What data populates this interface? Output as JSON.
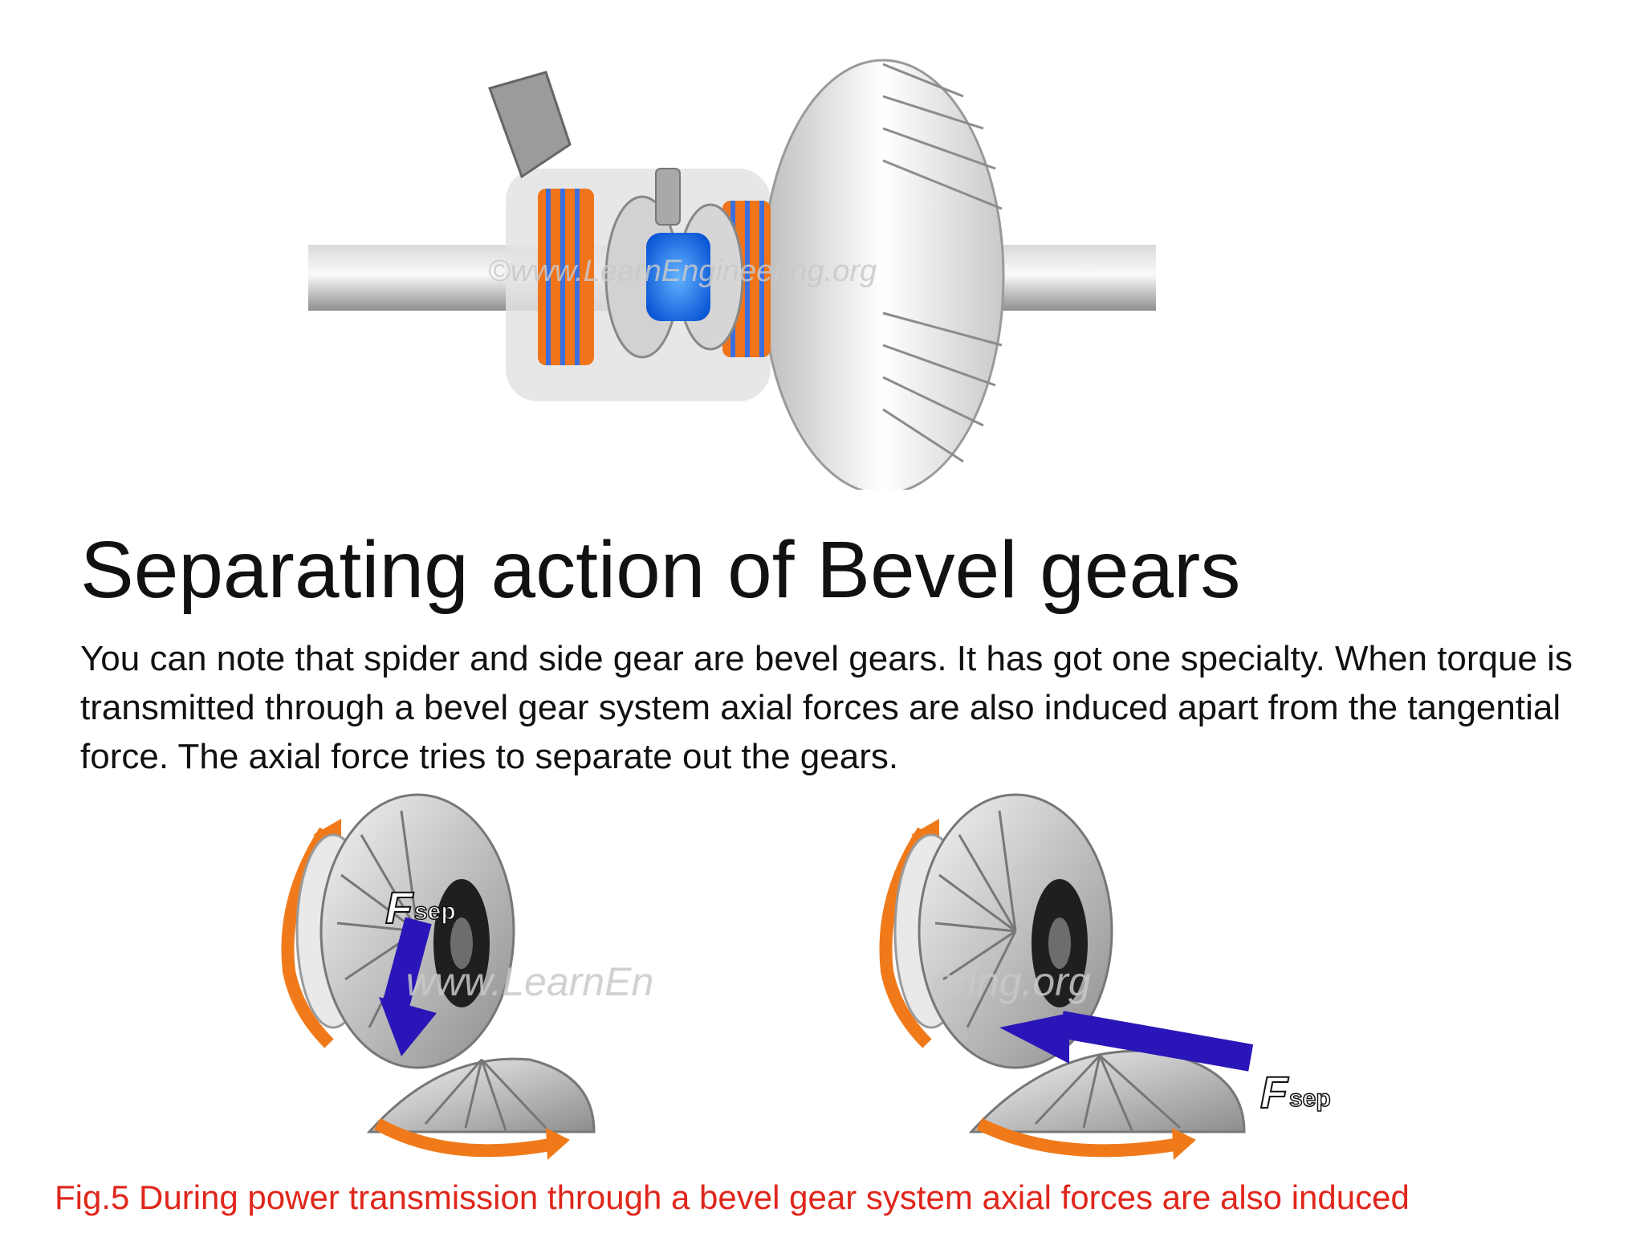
{
  "slide": {
    "title": "Separating action of Bevel gears",
    "body": "You can note that spider and side gear are bevel gears. It has got one specialty. When torque is transmitted through a bevel gear system axial forces are also induced apart from the tangential force. The axial force tries to separate out the gears.",
    "caption": "Fig.5 During power transmission through a bevel gear system axial forces are also induced"
  },
  "figures": {
    "top_watermark": "©www.LearnEngineering.org",
    "left_watermark": "www.LearnEn",
    "right_watermark": "ering.org",
    "force_label_main": "F",
    "force_label_sub": "sep"
  },
  "colors": {
    "caption": "#e0261b",
    "arrow": "#2a16b8",
    "rotation": "#f07a1a",
    "spider": "#1e7bf0"
  }
}
